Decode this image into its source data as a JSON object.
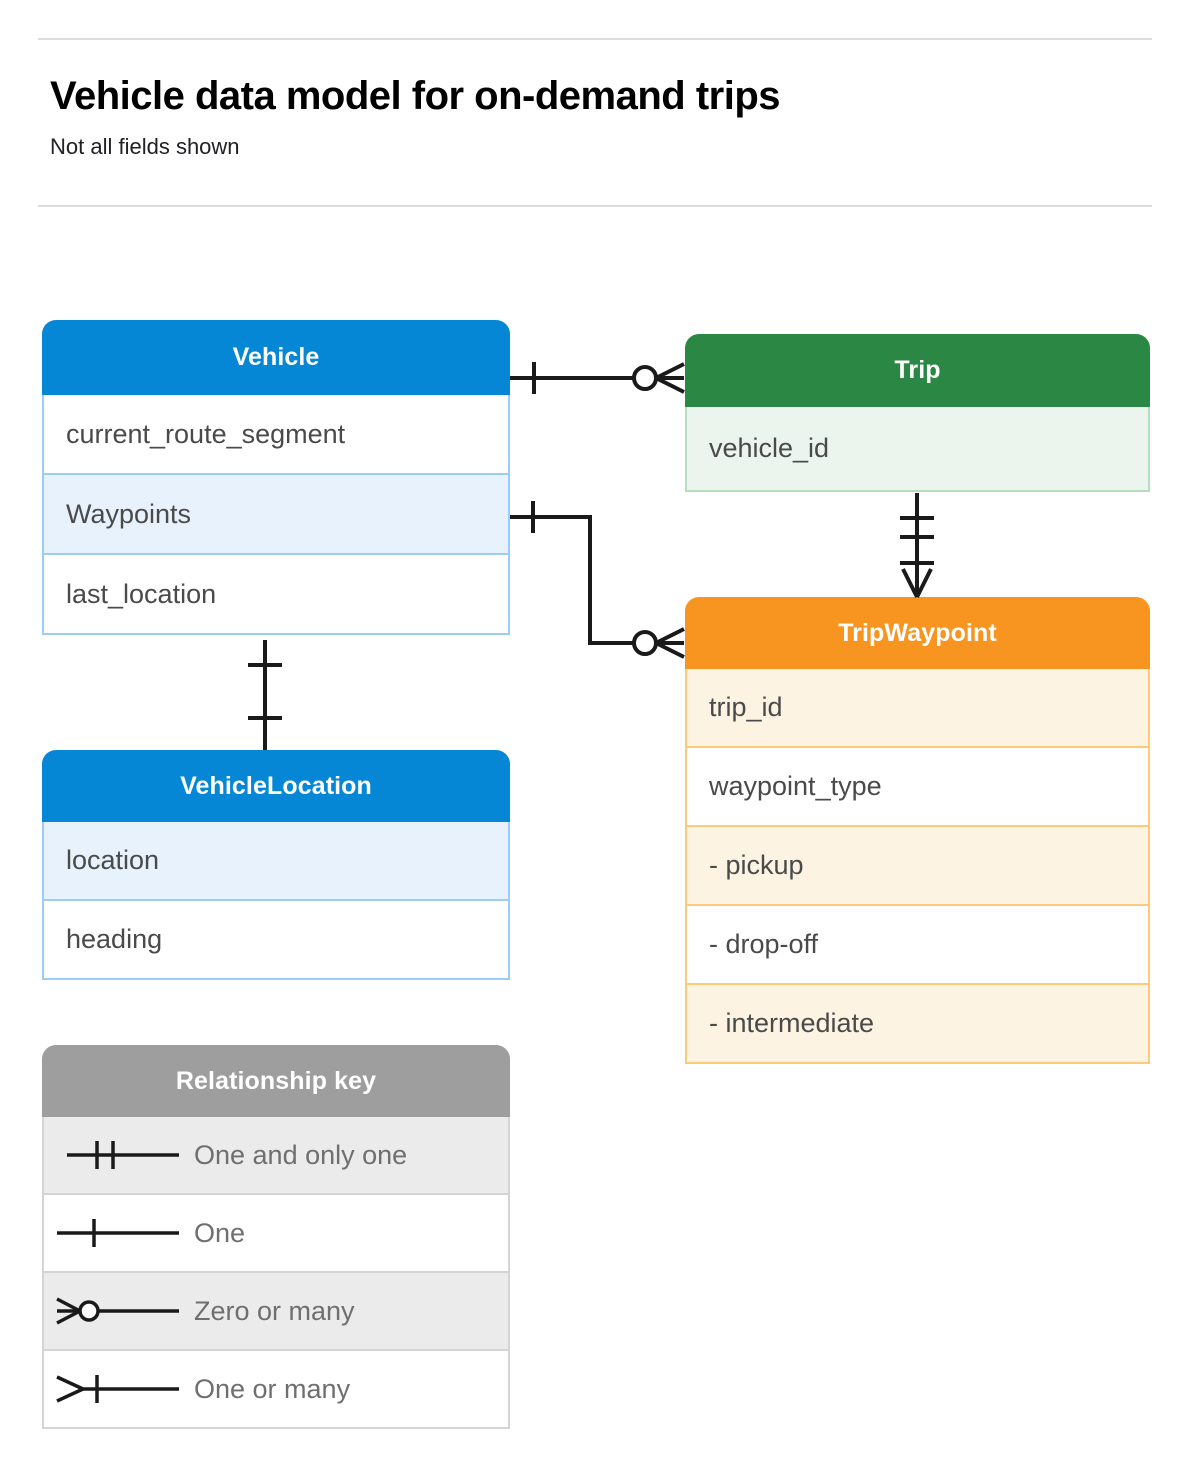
{
  "header": {
    "title": "Vehicle data model for on-demand trips",
    "subtitle": "Not all fields shown"
  },
  "entities": [
    {
      "id": "vehicle",
      "name": "Vehicle",
      "color": "#0587d6",
      "rows": [
        {
          "label": "current_route_segment",
          "highlight": false
        },
        {
          "label": "Waypoints",
          "highlight": true
        },
        {
          "label": "last_location",
          "highlight": false
        }
      ]
    },
    {
      "id": "trip",
      "name": "Trip",
      "color": "#2b8744",
      "rows": [
        {
          "label": "vehicle_id",
          "highlight": true
        }
      ]
    },
    {
      "id": "tripwaypoint",
      "name": "TripWaypoint",
      "color": "#f79520",
      "rows": [
        {
          "label": "trip_id",
          "highlight": true
        },
        {
          "label": "waypoint_type",
          "highlight": false
        },
        {
          "label": "-  pickup",
          "highlight": true
        },
        {
          "label": "-  drop-off",
          "highlight": false
        },
        {
          "label": "-  intermediate",
          "highlight": true
        }
      ]
    },
    {
      "id": "vehiclelocation",
      "name": "VehicleLocation",
      "color": "#0587d6",
      "rows": [
        {
          "label": "location",
          "highlight": true
        },
        {
          "label": "heading",
          "highlight": false
        }
      ]
    }
  ],
  "legend": {
    "title": "Relationship key",
    "color": "#9e9e9e",
    "rows": [
      {
        "symbol": "one-and-only-one",
        "label": "One and only one",
        "highlight": true
      },
      {
        "symbol": "one",
        "label": "One",
        "highlight": false
      },
      {
        "symbol": "zero-or-many",
        "label": "Zero or many",
        "highlight": true
      },
      {
        "symbol": "one-or-many",
        "label": "One or many",
        "highlight": false
      }
    ]
  },
  "relationships": [
    {
      "from": "Vehicle",
      "to": "Trip",
      "from_cardinality": "one",
      "to_cardinality": "zero-or-many"
    },
    {
      "from": "Vehicle.Waypoints",
      "to": "TripWaypoint",
      "from_cardinality": "one",
      "to_cardinality": "zero-or-many"
    },
    {
      "from": "Trip",
      "to": "TripWaypoint",
      "from_cardinality": "one-and-only-one",
      "to_cardinality": "one-or-many"
    },
    {
      "from": "Vehicle",
      "to": "VehicleLocation",
      "from_cardinality": "one",
      "to_cardinality": "one"
    }
  ]
}
